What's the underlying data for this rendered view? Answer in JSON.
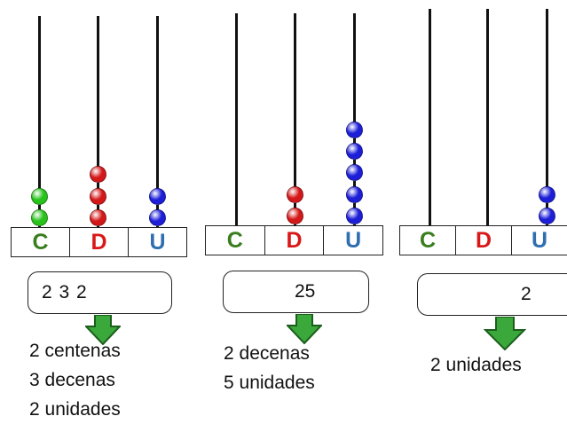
{
  "labels": [
    "C",
    "D",
    "U"
  ],
  "colors": {
    "C": "#3a7d1e",
    "D": "#d81818",
    "U": "#2f6fb0",
    "bead_green": "#27c21a",
    "bead_red": "#d4181a",
    "bead_blue": "#1d1fd8",
    "arrow": "#3aa83a"
  },
  "abacuses": [
    {
      "beads": {
        "C": 2,
        "D": 3,
        "U": 2
      },
      "result": "2 3 2",
      "explanation": [
        "2 centenas",
        "3 decenas",
        "2 unidades"
      ]
    },
    {
      "beads": {
        "C": 0,
        "D": 2,
        "U": 5
      },
      "result": "25",
      "explanation": [
        "2 decenas",
        "5 unidades"
      ]
    },
    {
      "beads": {
        "C": 0,
        "D": 0,
        "U": 2
      },
      "result": "2",
      "explanation": [
        "2 unidades"
      ]
    }
  ]
}
